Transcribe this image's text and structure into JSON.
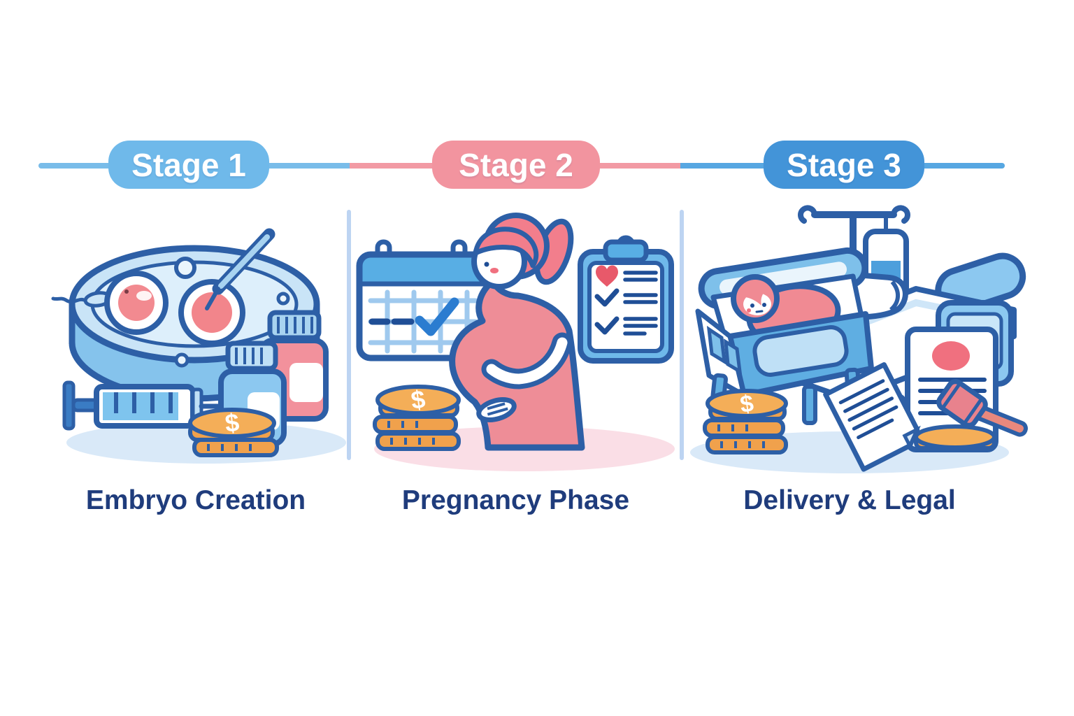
{
  "timeline": {
    "stages": [
      {
        "badge": "Stage 1",
        "caption": "Embryo Creation"
      },
      {
        "badge": "Stage 2",
        "caption": "Pregnancy Phase"
      },
      {
        "badge": "Stage 3",
        "caption": "Delivery & Legal"
      }
    ]
  },
  "coin_symbol": "$",
  "colors": {
    "stage1_badge": "#6FB9EA",
    "stage2_badge": "#F2949F",
    "stage3_badge": "#4394D8",
    "connector_blue": "#79BCE9",
    "connector_pink": "#F29AA4",
    "connector_blue_dark": "#57A7E2",
    "caption_text": "#1F3C7C",
    "outline_navy": "#2D5FA6",
    "pink_fill": "#EE8D97",
    "gold_coin": "#F2A851",
    "sky_blue": "#58AEE4",
    "light_blue": "#BFE0F6",
    "heart_red": "#E8596A",
    "shadow_blue": "#D9E9F8",
    "shadow_pink": "#FADEE6"
  },
  "icons": {
    "stage1_items": [
      "petri-dish",
      "egg-cells",
      "sperm",
      "pipette",
      "syringe",
      "medicine-bottles",
      "coin-stack"
    ],
    "stage2_items": [
      "calendar",
      "calendar-checkmark",
      "pregnant-woman",
      "medical-checklist",
      "coin-stack"
    ],
    "stage3_items": [
      "iv-drip",
      "hospital-bed",
      "baby-crib",
      "newborn-baby",
      "vital-monitor",
      "birth-certificate",
      "legal-document",
      "gavel",
      "coin-stack"
    ]
  }
}
